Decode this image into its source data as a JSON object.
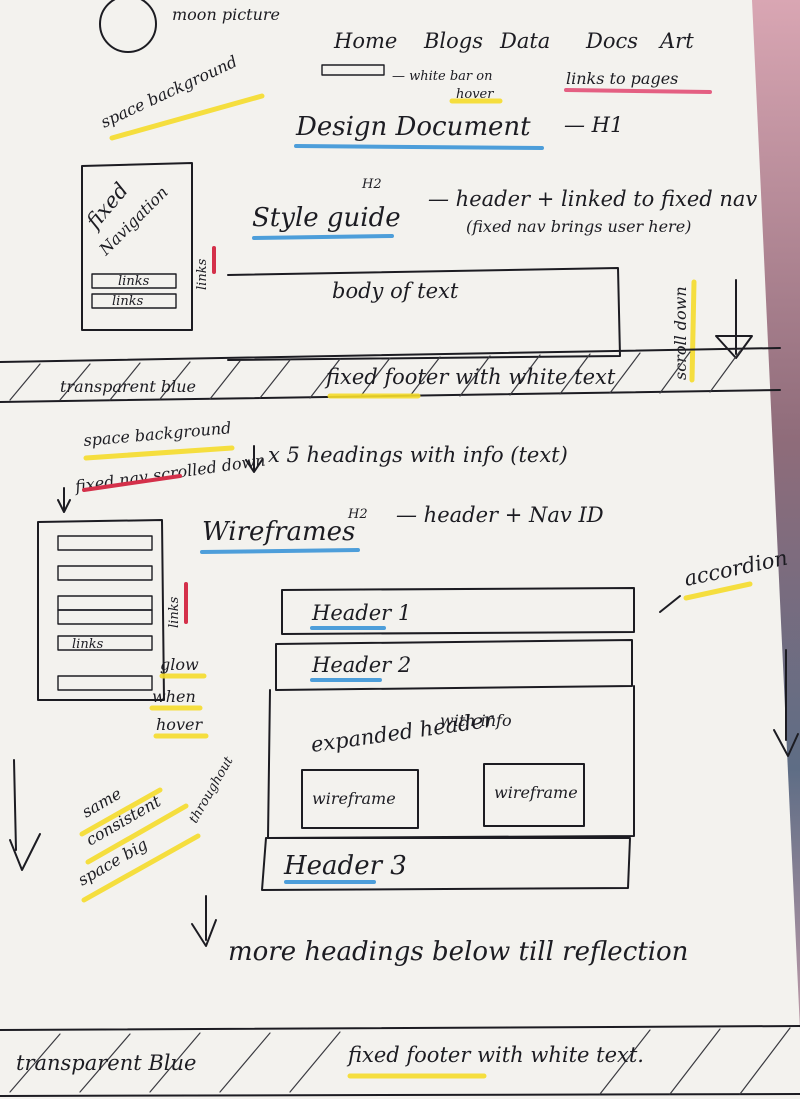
{
  "colors": {
    "paper": "#f3f2ee",
    "ink": "#1c1c22",
    "highlight_yellow": "#f5dc2a",
    "highlight_blue": "#2f8fd6",
    "highlight_pink": "#e0456e"
  },
  "top": {
    "moon_label": "moon picture",
    "space_bg": "space background",
    "nav_links": [
      "Home",
      "Blogs",
      "Data",
      "Docs",
      "Art"
    ],
    "white_bar_note_1": "— white bar on",
    "white_bar_note_2": "hover",
    "links_note": "links to pages",
    "page_title": "Design Document",
    "h1_note": "— H1"
  },
  "section1": {
    "fixed_nav": "fixed",
    "navigation": "Navigation",
    "link_1": "links",
    "link_2": "links",
    "links_side": "links",
    "h2_mark": "H2",
    "heading": "Style guide",
    "heading_note_1": "— header + linked to fixed nav",
    "heading_note_2": "(fixed nav brings user here)",
    "body_text": "body of text",
    "scroll_down": "scroll down"
  },
  "footer1": {
    "left": "transparent blue",
    "center": "fixed footer with white text"
  },
  "middle": {
    "space_bg": "space background",
    "headings_note": "x 5 headings with info (text)",
    "nav_scrolled": "fixed nav scrolled down"
  },
  "section2": {
    "h2_mark": "H2",
    "heading": "Wireframes",
    "heading_note": "— header + Nav ID",
    "links_item": "links",
    "links_side": "links",
    "glow_1": "glow",
    "glow_2": "when",
    "glow_3": "hover",
    "accordion": "accordion",
    "accordion_items": [
      "Header 1",
      "Header 2"
    ],
    "expanded_1": "expanded header",
    "expanded_2": "with info",
    "wireframe_1": "wireframe",
    "wireframe_2": "wireframe",
    "header3": "Header 3",
    "consistent_1": "same",
    "consistent_2": "consistent",
    "consistent_3": "space big",
    "consistent_4": "throughout",
    "more_headings": "more headings below till reflection"
  },
  "footer2": {
    "left": "transparent Blue",
    "center": "fixed footer with white text."
  }
}
